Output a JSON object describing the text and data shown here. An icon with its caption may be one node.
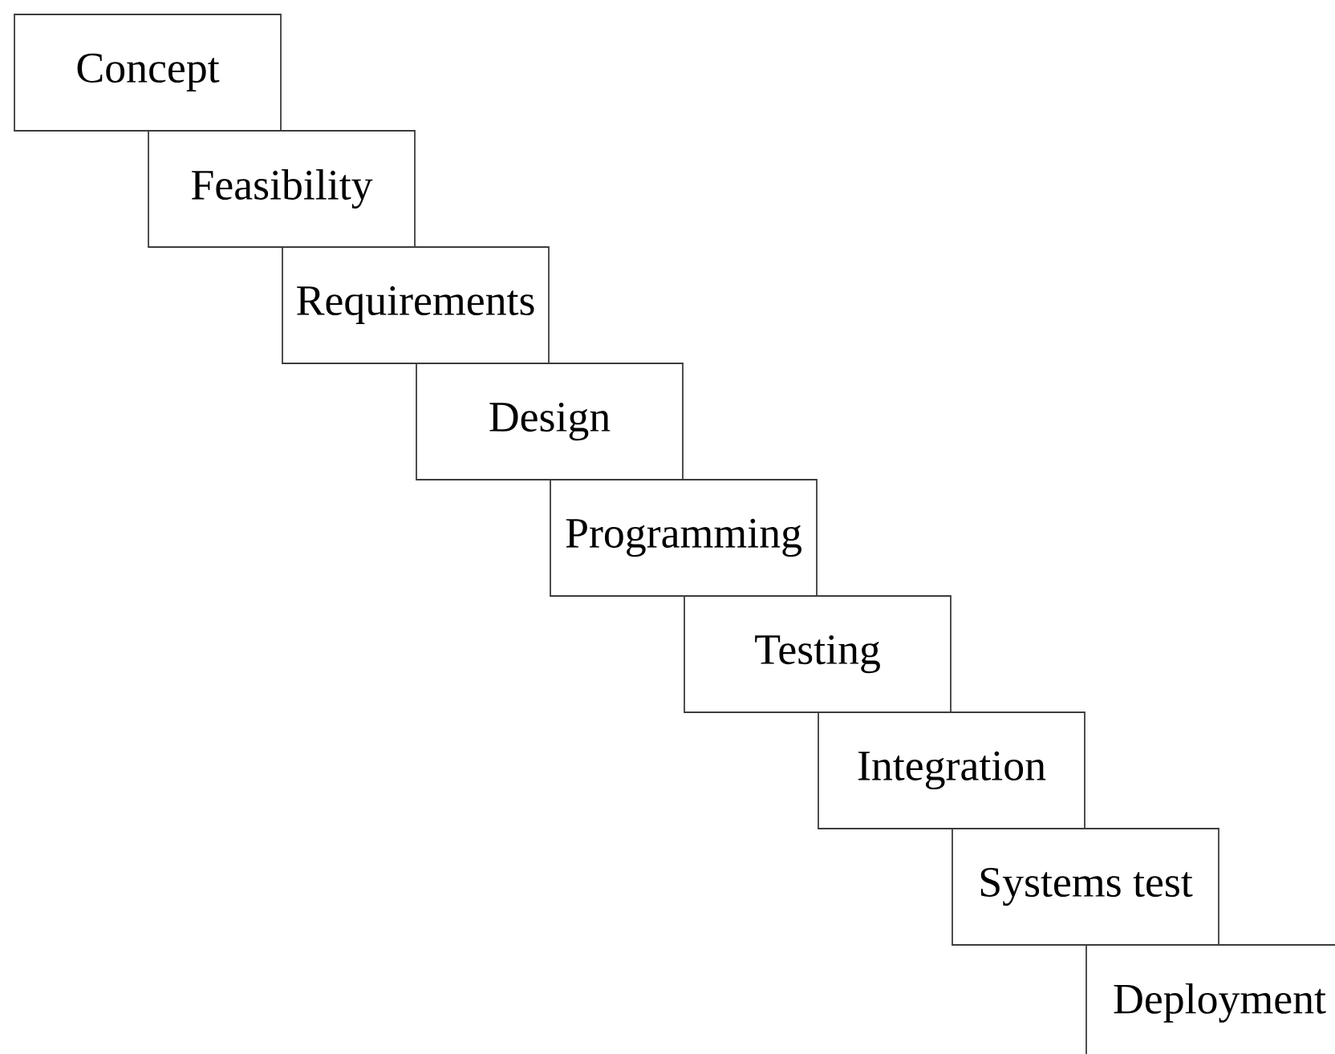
{
  "diagram": {
    "nodes": [
      {
        "text": [
          "Concept"
        ]
      },
      {
        "text": [
          "Feasibility"
        ]
      },
      {
        "text": [
          "Requirements"
        ]
      },
      {
        "text": [
          "Design"
        ]
      },
      {
        "text": [
          "Programming"
        ]
      },
      {
        "text": [
          "Testing"
        ]
      },
      {
        "text": [
          "Integration"
        ]
      },
      {
        "text": [
          "Systems test"
        ]
      },
      {
        "text": [
          "Deployment"
        ]
      }
    ]
  }
}
